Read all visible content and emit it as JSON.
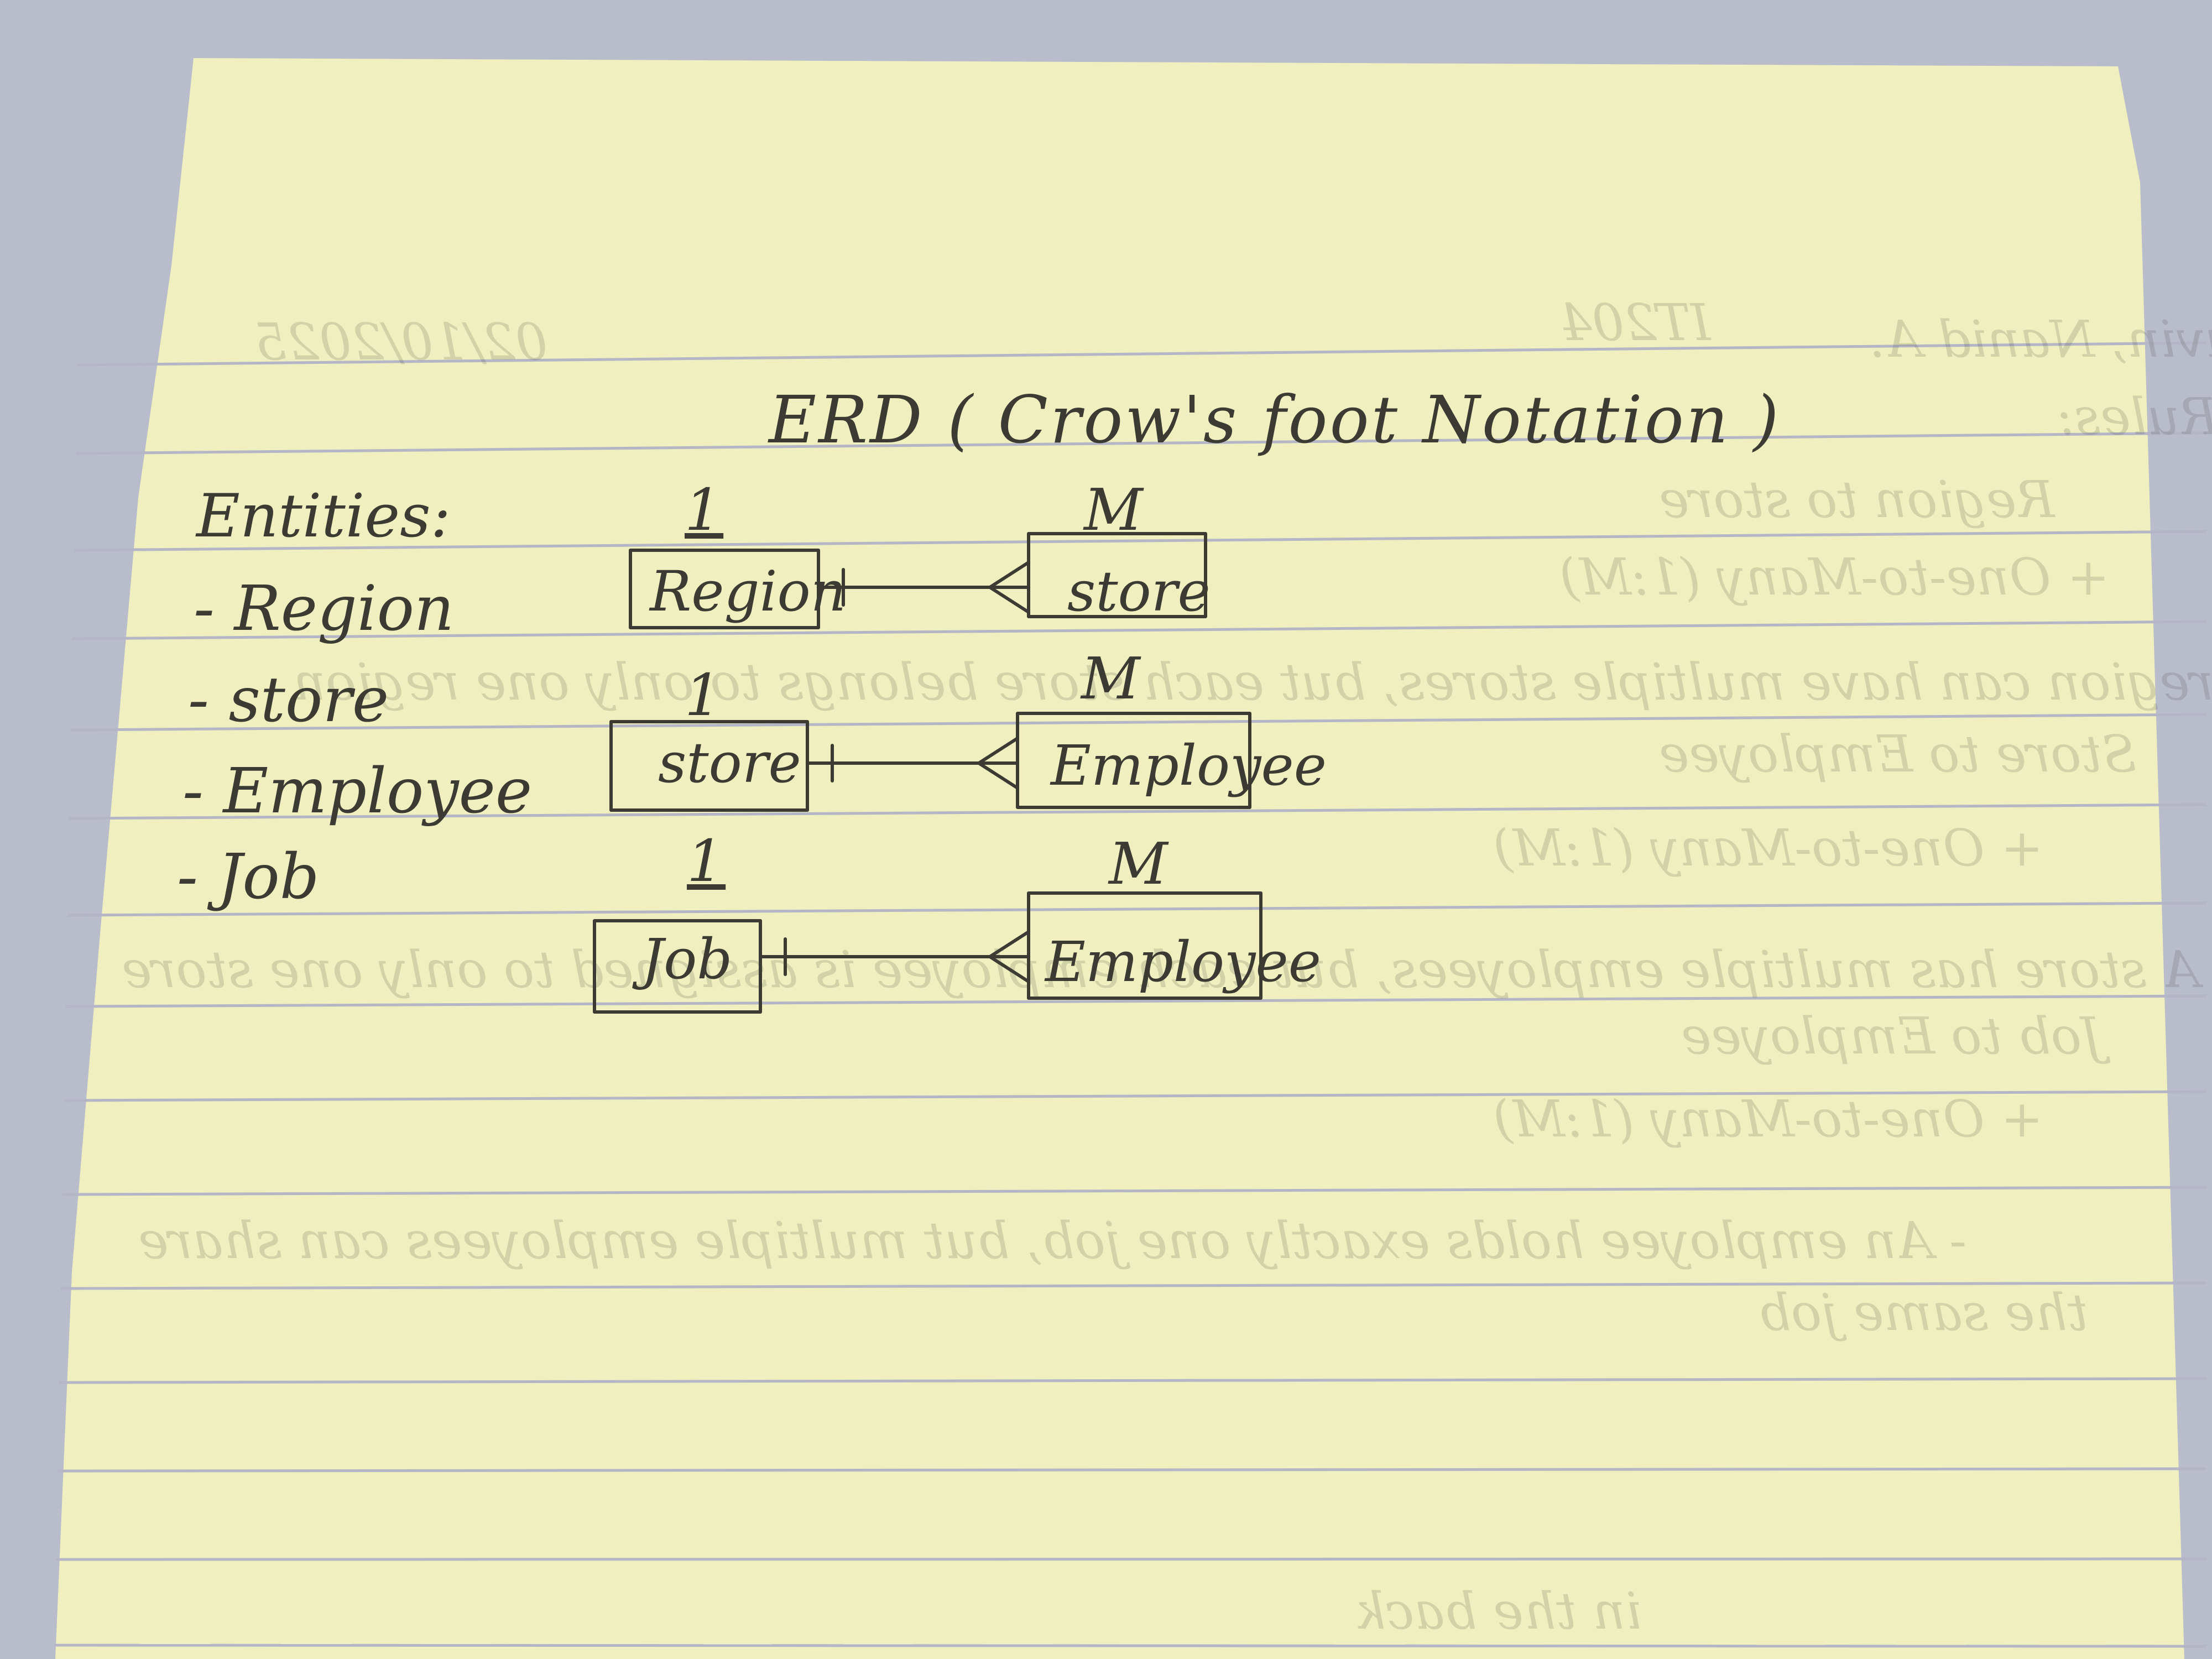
{
  "title": "ERD ( Crow's foot Notation )",
  "entities_heading": "Entities:",
  "entity_list": [
    "- Region",
    "- store",
    "- Employee",
    "- Job"
  ],
  "relationships": [
    {
      "left": "Region",
      "right": "store",
      "left_card": "1",
      "right_card": "M"
    },
    {
      "left": "store",
      "right": "Employee",
      "left_card": "1",
      "right_card": "M"
    },
    {
      "left": "Job",
      "right": "Employee",
      "left_card": "1",
      "right_card": "M"
    }
  ],
  "back_page_bleed": {
    "header_name": "Gavin, Nanid A.",
    "header_course": "IT204",
    "header_date": "02/10/2025",
    "lines": [
      "Rules:",
      "Region to store",
      "+ One-to-Many (1:M)",
      "- A region can have multiple stores, but each store belongs to only one region",
      "Store to Employee",
      "+ One-to-Many (1:M)",
      "- A store has multiple employees, but each employee is assigned to only one store",
      "Job to Employee",
      "+ One-to-Many (1:M)",
      "- An employee holds exactly one job, but multiple employees can share",
      "the same job",
      "in the back"
    ]
  },
  "colors": {
    "paper": "#efefbf",
    "ink": "#3b3b34",
    "rule_line": "#b4b5c6",
    "background": "#b9bccb"
  }
}
